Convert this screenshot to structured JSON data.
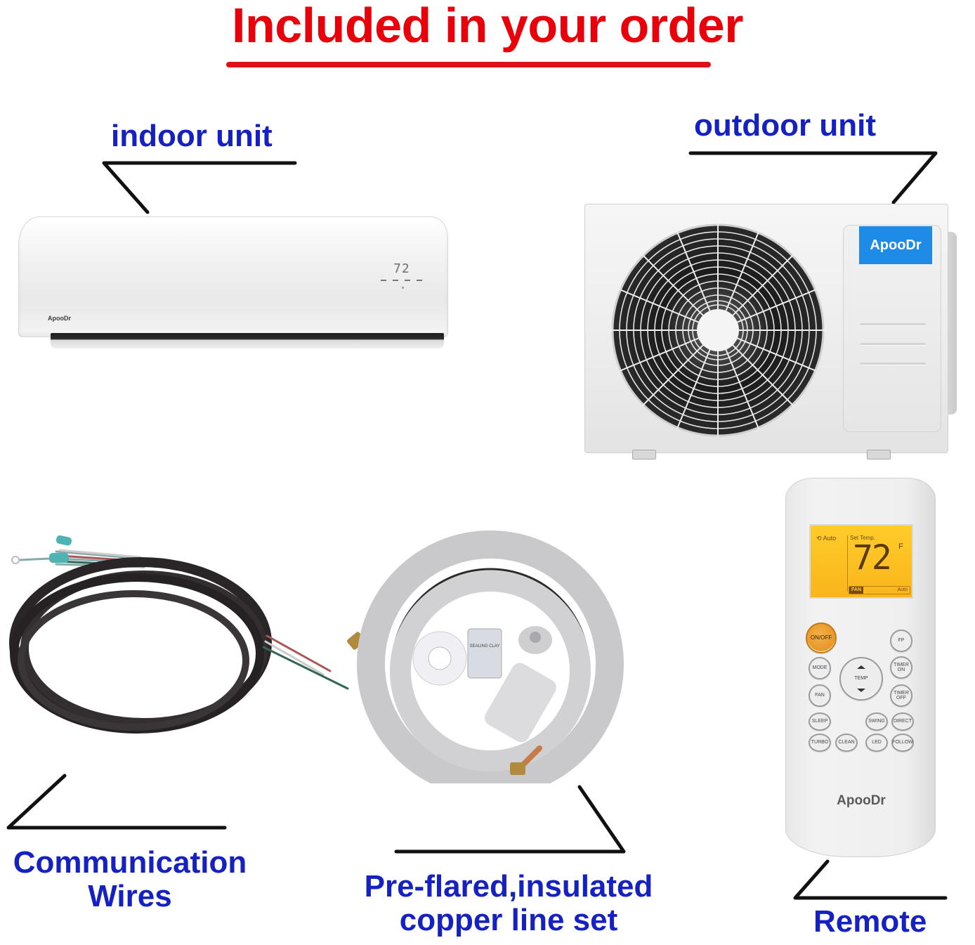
{
  "title": "Included in your order",
  "colors": {
    "title_red": "#e8000b",
    "label_blue": "#1521c0",
    "brand_badge_blue": "#1e8be6",
    "lcd_yellow": "#ffc524",
    "onoff_orange": "#e8951f"
  },
  "items": {
    "indoor_unit": {
      "label": "indoor unit",
      "brand": "ApooDr",
      "display_temp": "72"
    },
    "outdoor_unit": {
      "label": "outdoor unit",
      "brand": "ApooDr"
    },
    "communication_wires": {
      "label_line1": "Communication",
      "label_line2": "Wires"
    },
    "line_set": {
      "label_line1": "Pre-flared,insulated",
      "label_line2": "copper line set",
      "sealing_clay_text": "SEALING CLAY"
    },
    "remote": {
      "label": "Remote",
      "brand": "ApooDr",
      "lcd": {
        "mode": "Auto",
        "mode_icon": "cycle-icon",
        "set_temp_label": "Set Temp.",
        "temperature": "72",
        "unit": "F",
        "fan_label": "FAN",
        "fan_value": "Auto"
      },
      "buttons": {
        "onoff": "ON/OFF",
        "fp": "FP",
        "mode": "MODE",
        "temp": "TEMP",
        "timer_on": "TIMER ON",
        "fan": "FAN",
        "timer_off": "TIMER OFF",
        "sleep": "SLEEP",
        "swing": "SWING",
        "direct": "DIRECT",
        "turbo": "TURBO",
        "clean": "CLEAN",
        "led": "LED",
        "follow": "FOLLOW"
      }
    }
  }
}
